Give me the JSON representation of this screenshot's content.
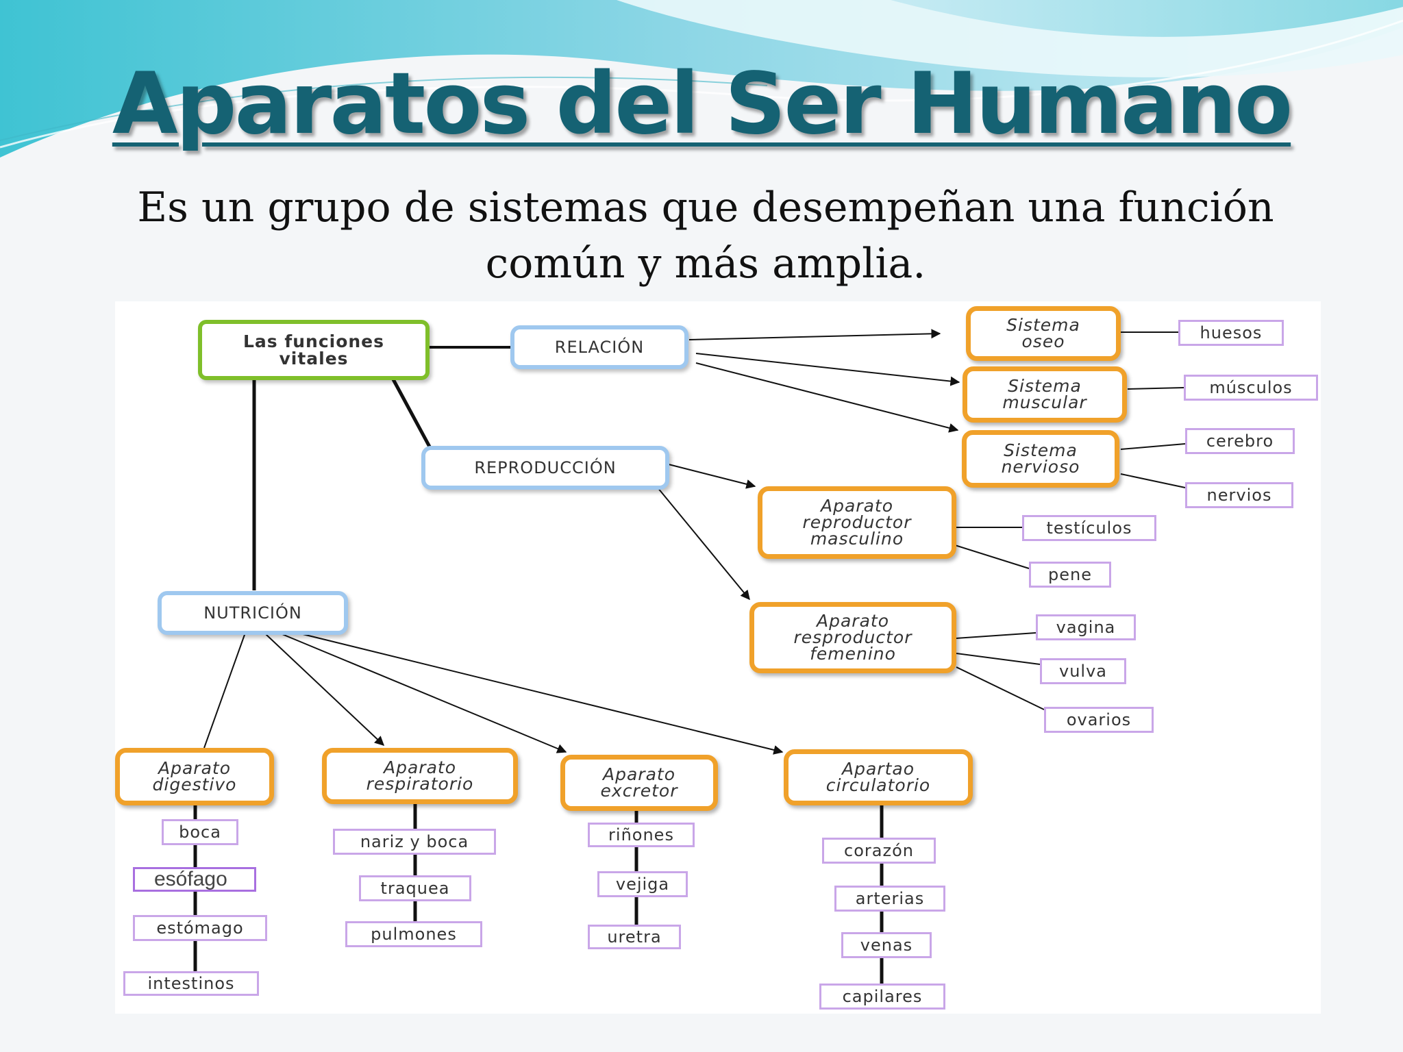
{
  "header": {
    "title": "Aparatos del Ser Humano",
    "subtitle_line1": "Es un grupo de sistemas que desempeñan una función",
    "subtitle_line2": "común y más amplia."
  },
  "colors": {
    "title": "#156273",
    "root_border": "#7fbf2a",
    "category_border": "#9fc8ef",
    "system_border": "#f0a12a",
    "part_border": "#c9a6e8",
    "wave_light": "#bfe8f2",
    "wave_dark": "#2fb7c9"
  },
  "concept_map": {
    "root": {
      "label_line1": "Las funciones",
      "label_line2": "vitales"
    },
    "categories": {
      "relacion": "RELACIÓN",
      "reproduccion": "REPRODUCCIÓN",
      "nutricion": "NUTRICIÓN"
    },
    "systems": {
      "oseo": [
        "Sistema",
        "oseo"
      ],
      "muscular": [
        "Sistema",
        "muscular"
      ],
      "nervioso": [
        "Sistema",
        "nervioso"
      ],
      "masculino": [
        "Aparato",
        "reproductor",
        "masculino"
      ],
      "femenino": [
        "Aparato",
        "resproductor",
        "femenino"
      ],
      "digestivo": [
        "Aparato",
        "digestivo"
      ],
      "respiratorio": [
        "Aparato",
        "respiratorio"
      ],
      "excretor": [
        "Aparato",
        "excretor"
      ],
      "circulatorio": [
        "Apartao",
        "circulatorio"
      ]
    },
    "parts": {
      "huesos": "huesos",
      "musculos": "músculos",
      "cerebro": "cerebro",
      "nervios": "nervios",
      "testiculos": "testículos",
      "pene": "pene",
      "vagina": "vagina",
      "vulva": "vulva",
      "ovarios": "ovarios",
      "boca": "boca",
      "esofago": "esófago",
      "estomago": "estómago",
      "intestinos": "intestinos",
      "nariz_boca": "nariz y boca",
      "traquea": "traquea",
      "pulmones": "pulmones",
      "rinones": "riñones",
      "vejiga": "vejiga",
      "uretra": "uretra",
      "corazon": "corazón",
      "arterias": "arterias",
      "venas": "venas",
      "capilares": "capilares"
    }
  }
}
